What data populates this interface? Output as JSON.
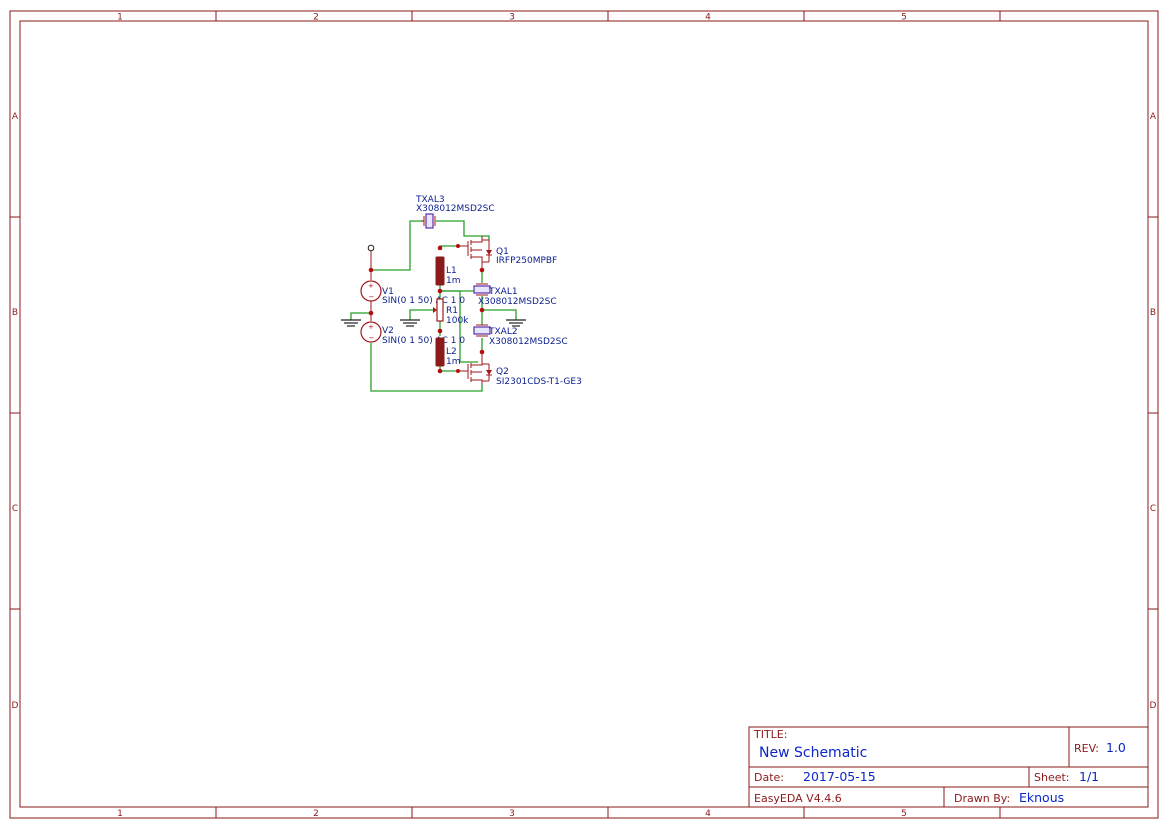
{
  "frame": {
    "columns": [
      "1",
      "2",
      "3",
      "4",
      "5"
    ],
    "rows": [
      "A",
      "B",
      "C",
      "D"
    ]
  },
  "title_block": {
    "title_label": "TITLE:",
    "title": "New Schematic",
    "rev_label": "REV:",
    "rev": "1.0",
    "date_label": "Date:",
    "date": "2017-05-15",
    "sheet_label": "Sheet:",
    "sheet": "1/1",
    "software": "EasyEDA V4.4.6",
    "drawn_by_label": "Drawn By:",
    "drawn_by": "Eknous"
  },
  "components": {
    "txal3": {
      "ref": "TXAL3",
      "value": "X308012MSD2SC"
    },
    "q1": {
      "ref": "Q1",
      "value": "IRFP250MPBF"
    },
    "l1": {
      "ref": "L1",
      "value": "1m"
    },
    "txal1": {
      "ref": "TXAL1",
      "value": "X308012MSD2SC"
    },
    "v1": {
      "ref": "V1",
      "value": "SIN(0 1 50) AC 1 0"
    },
    "r1": {
      "ref": "R1",
      "value": "100k"
    },
    "v2": {
      "ref": "V2",
      "value": "SIN(0 1 50) AC 1 0"
    },
    "txal2": {
      "ref": "TXAL2",
      "value": "X308012MSD2SC"
    },
    "l2": {
      "ref": "L2",
      "value": "1m"
    },
    "q2": {
      "ref": "Q2",
      "value": "SI2301CDS-T1-GE3"
    }
  },
  "colors": {
    "frame": "#8b1a1a",
    "wire": "#2aa02a",
    "text_blue": "#0b26c9"
  }
}
